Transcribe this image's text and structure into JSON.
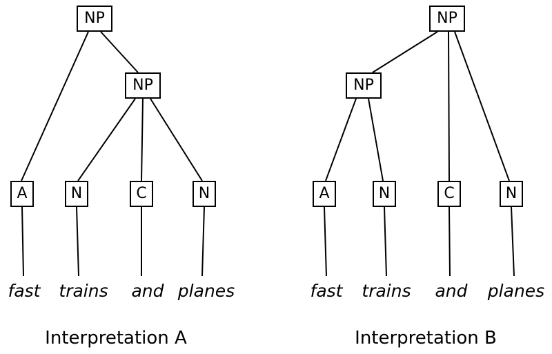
{
  "diagram_type": "syntax-trees",
  "phrase": "fast trains and planes",
  "trees": [
    {
      "caption": "Interpretation A",
      "nodes": {
        "root": "NP",
        "inner": "NP",
        "leaf0": "A",
        "leaf1": "N",
        "leaf2": "C",
        "leaf3": "N"
      },
      "words": [
        "fast",
        "trains",
        "and",
        "planes"
      ],
      "edges": [
        [
          "root",
          "leaf0"
        ],
        [
          "root",
          "inner"
        ],
        [
          "inner",
          "leaf1"
        ],
        [
          "inner",
          "leaf2"
        ],
        [
          "inner",
          "leaf3"
        ],
        [
          "leaf0",
          "fast"
        ],
        [
          "leaf1",
          "trains"
        ],
        [
          "leaf2",
          "and"
        ],
        [
          "leaf3",
          "planes"
        ]
      ]
    },
    {
      "caption": "Interpretation B",
      "nodes": {
        "root": "NP",
        "inner": "NP",
        "leaf0": "A",
        "leaf1": "N",
        "leaf2": "C",
        "leaf3": "N"
      },
      "words": [
        "fast",
        "trains",
        "and",
        "planes"
      ],
      "edges": [
        [
          "root",
          "inner"
        ],
        [
          "root",
          "leaf2"
        ],
        [
          "root",
          "leaf3"
        ],
        [
          "inner",
          "leaf0"
        ],
        [
          "inner",
          "leaf1"
        ],
        [
          "leaf0",
          "fast"
        ],
        [
          "leaf1",
          "trains"
        ],
        [
          "leaf2",
          "and"
        ],
        [
          "leaf3",
          "planes"
        ]
      ]
    }
  ],
  "colors": {
    "line": "#000000",
    "text": "#000000",
    "background": "#ffffff"
  }
}
